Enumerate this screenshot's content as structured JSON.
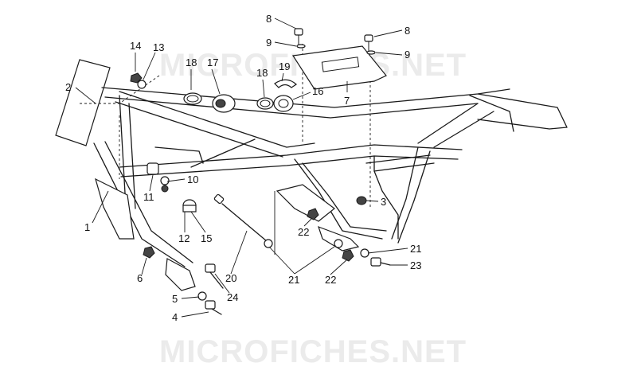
{
  "watermark": {
    "top": "MICROFICHES.NET",
    "bottom": "MICROFICHES.NET"
  },
  "callouts": {
    "c1": "1",
    "c2": "2",
    "c3": "3",
    "c4": "4",
    "c5": "5",
    "c6": "6",
    "c7": "7",
    "c8a": "8",
    "c8b": "8",
    "c9a": "9",
    "c9b": "9",
    "c10": "10",
    "c11": "11",
    "c12": "12",
    "c13": "13",
    "c14": "14",
    "c15": "15",
    "c16": "16",
    "c17": "17",
    "c18a": "18",
    "c18b": "18",
    "c19": "19",
    "c20": "20",
    "c21a": "21",
    "c21b": "21",
    "c22a": "22",
    "c22b": "22",
    "c23": "23",
    "c24": "24"
  }
}
